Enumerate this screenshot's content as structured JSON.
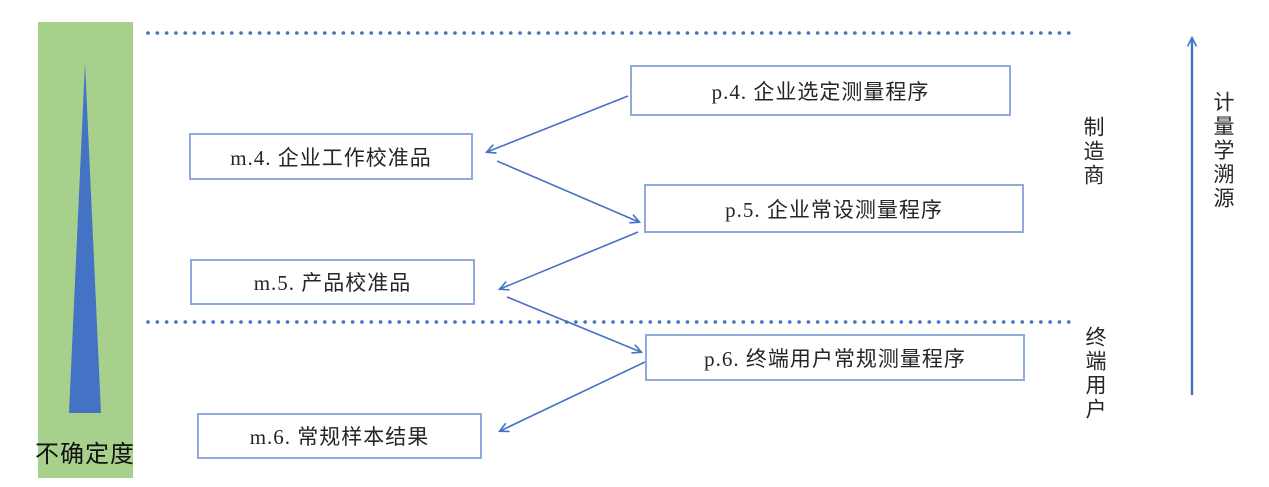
{
  "diagram": {
    "title_hint": "metrological-traceability-flow",
    "uncertainty_axis_label": "不确定度",
    "boxes": [
      {
        "id": "p4",
        "label": "p.4. 企业选定测量程序"
      },
      {
        "id": "m4",
        "label": "m.4. 企业工作校准品"
      },
      {
        "id": "p5",
        "label": "p.5. 企业常设测量程序"
      },
      {
        "id": "m5",
        "label": "m.5. 产品校准品"
      },
      {
        "id": "p6",
        "label": "p.6. 终端用户常规测量程序"
      },
      {
        "id": "m6",
        "label": "m.6. 常规样本结果"
      }
    ],
    "flow": [
      "p4->m4",
      "m4->p5",
      "p5->m5",
      "m5->p6",
      "p6->m6"
    ],
    "side_labels": {
      "manufacturer": "制造商",
      "end_user": "终端用户",
      "traceability": "计量学溯源"
    },
    "colors": {
      "green_bar": "#a8d08d",
      "triangle_blue": "#4472c4",
      "box_border": "#8faadc",
      "arrow_blue": "#4472c4",
      "dotted_line": "#4472c4"
    }
  }
}
